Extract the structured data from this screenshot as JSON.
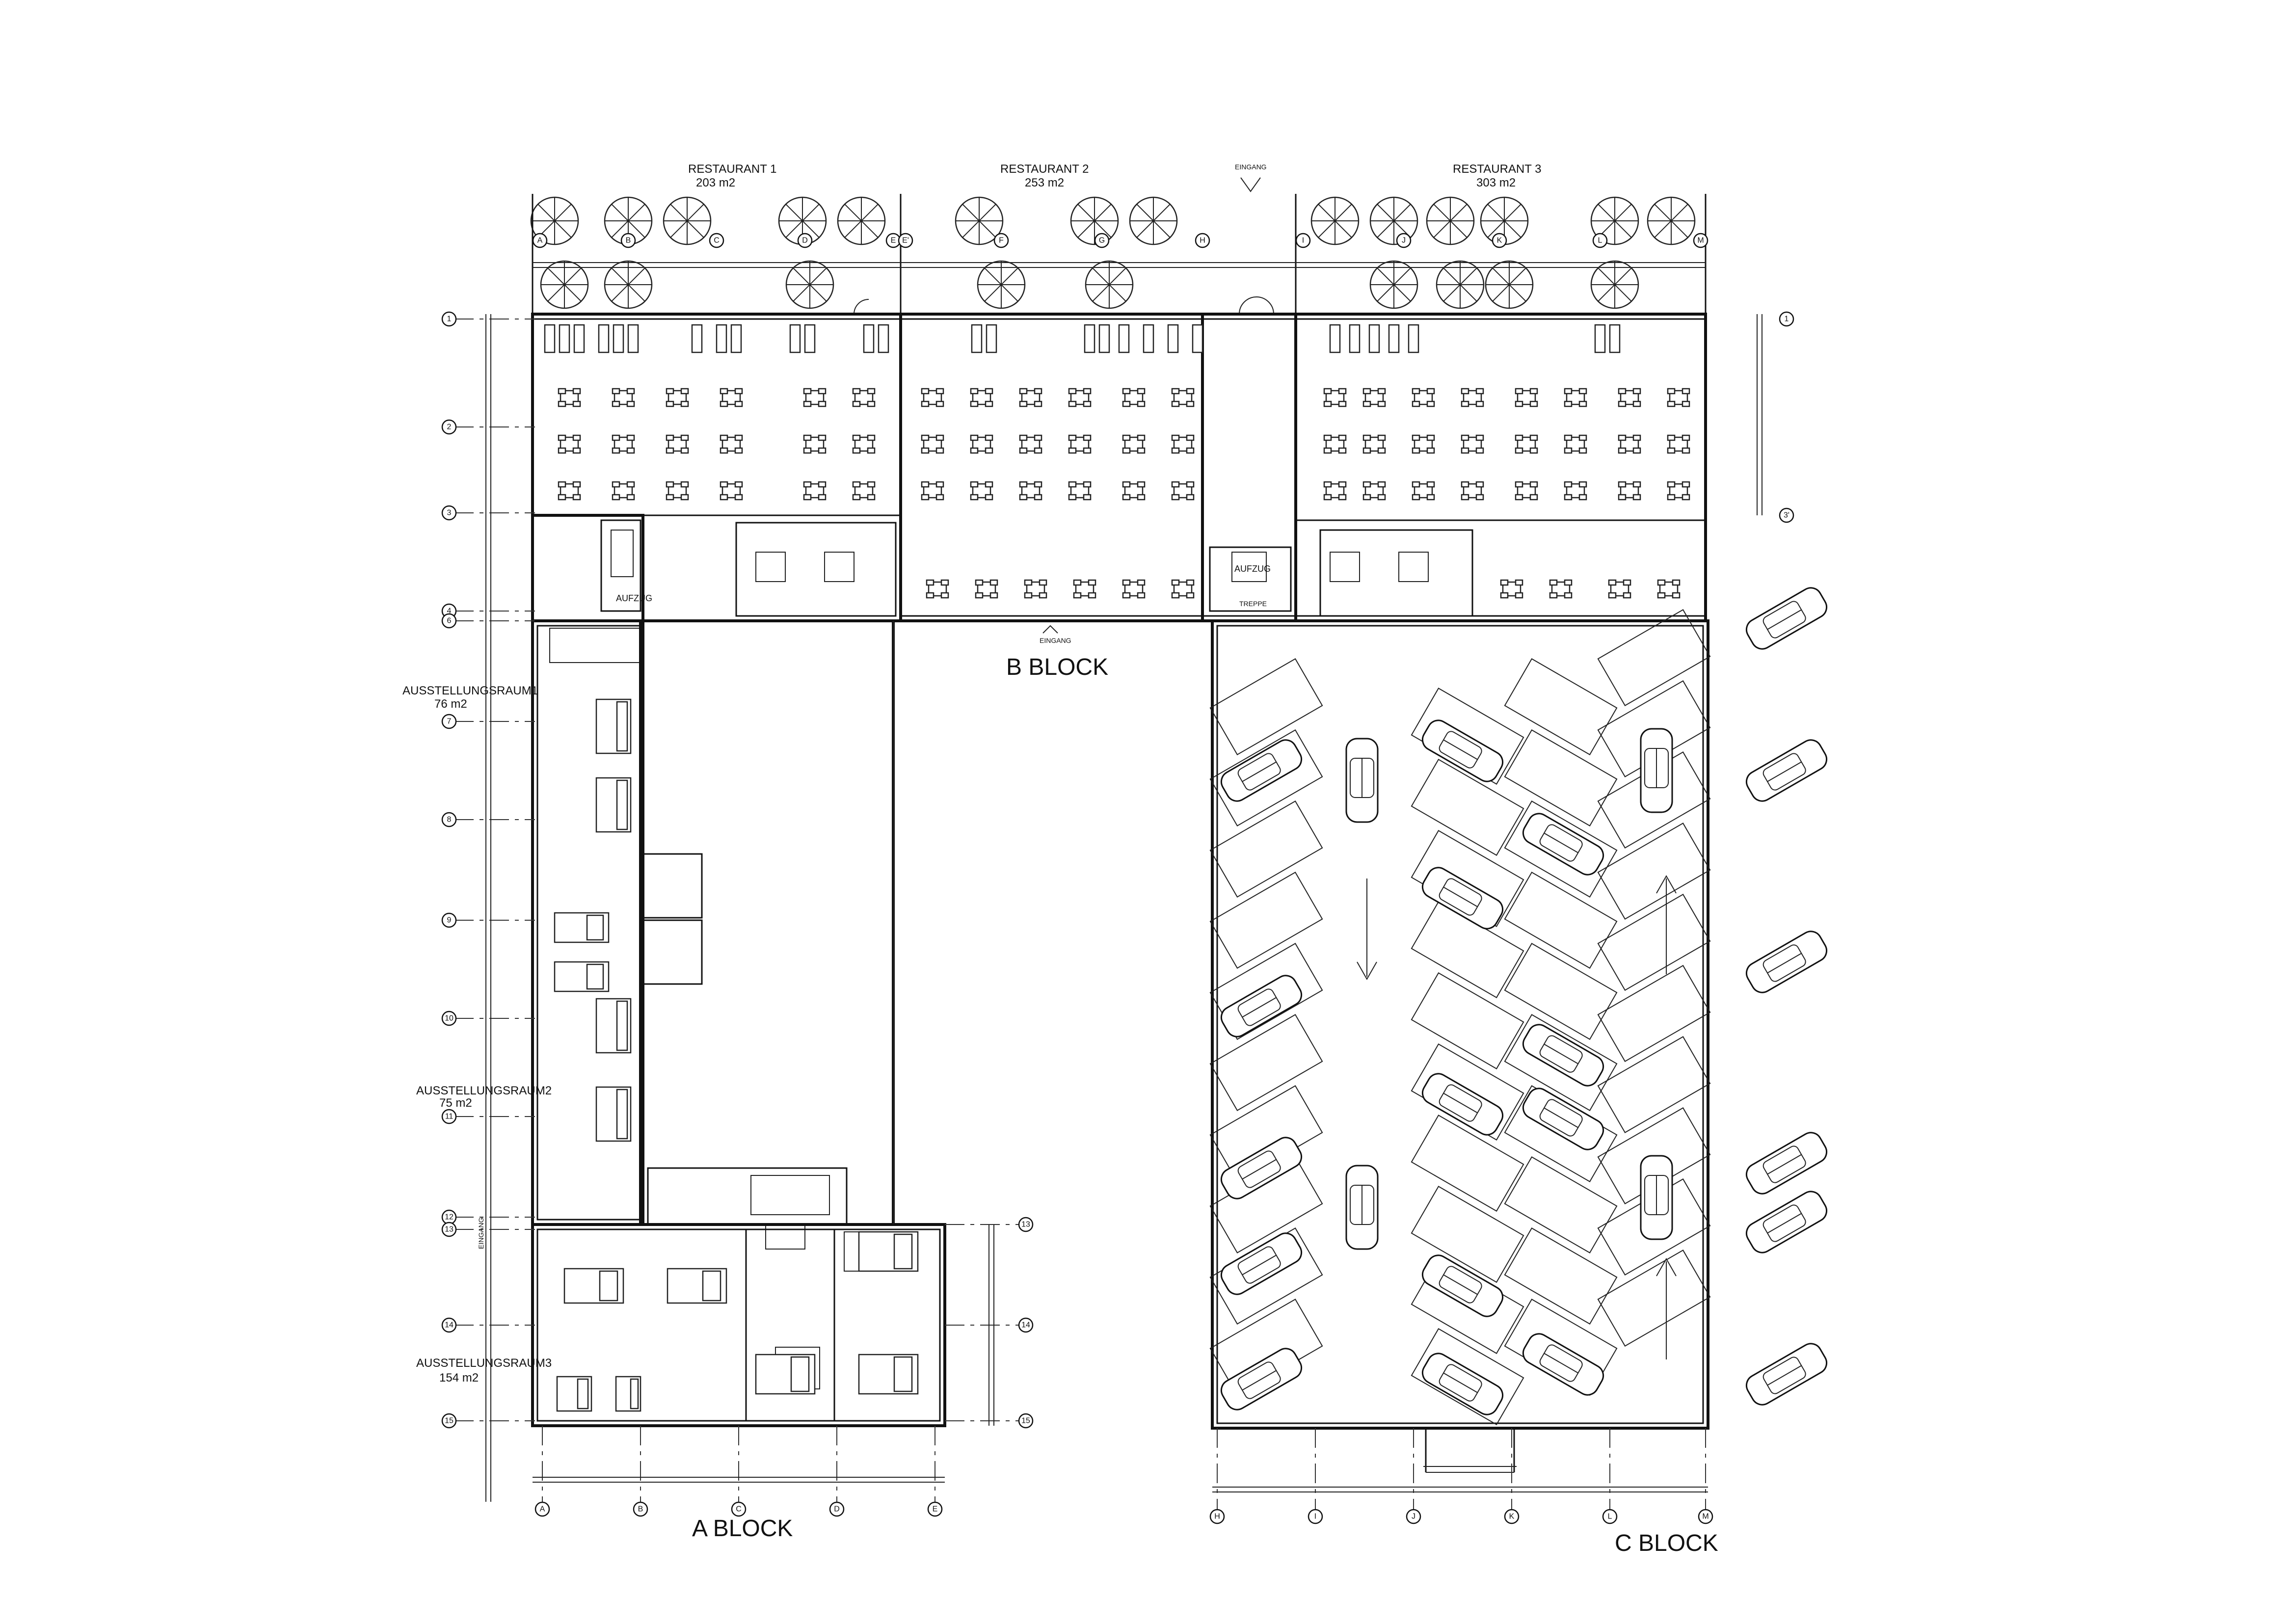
{
  "blocks": {
    "a": "A BLOCK",
    "b": "B BLOCK",
    "c": "C BLOCK"
  },
  "restaurants": [
    {
      "name": "RESTAURANT  1",
      "area": "203  m2"
    },
    {
      "name": "RESTAURANT  2",
      "area": "253  m2"
    },
    {
      "name": "RESTAURANT  3",
      "area": "303  m2"
    }
  ],
  "exhibition_rooms": [
    {
      "name": "AUSSTELLUNGSRAUM1",
      "area": "76  m2"
    },
    {
      "name": "AUSSTELLUNGSRAUM2",
      "area": "75  m2"
    },
    {
      "name": "AUSSTELLUNGSRAUM3",
      "area": "154  m2"
    }
  ],
  "labels": {
    "entrance_top": "EINGANG",
    "entrance_b": "EINGANG",
    "entrance_side": "EINGANG",
    "elevator_a": "AUFZUG",
    "elevator_b": "AUFZUG",
    "stairs_b": "TREPPE"
  },
  "grid": {
    "rows_left": [
      "1",
      "2",
      "3",
      "4",
      "6",
      "7",
      "8",
      "9",
      "10",
      "11",
      "12",
      "13",
      "14",
      "15"
    ],
    "rows_right": [
      "1",
      "3'"
    ],
    "rows_a_right": [
      "13",
      "14",
      "15"
    ],
    "cols_top": [
      "A",
      "B",
      "C",
      "D",
      "E",
      "E'",
      "F",
      "G",
      "H",
      "I",
      "J",
      "K",
      "L",
      "M"
    ],
    "cols_a_bottom": [
      "A",
      "B",
      "C",
      "D",
      "E"
    ],
    "cols_c_bottom": [
      "H",
      "I",
      "J",
      "K",
      "L",
      "M"
    ]
  }
}
